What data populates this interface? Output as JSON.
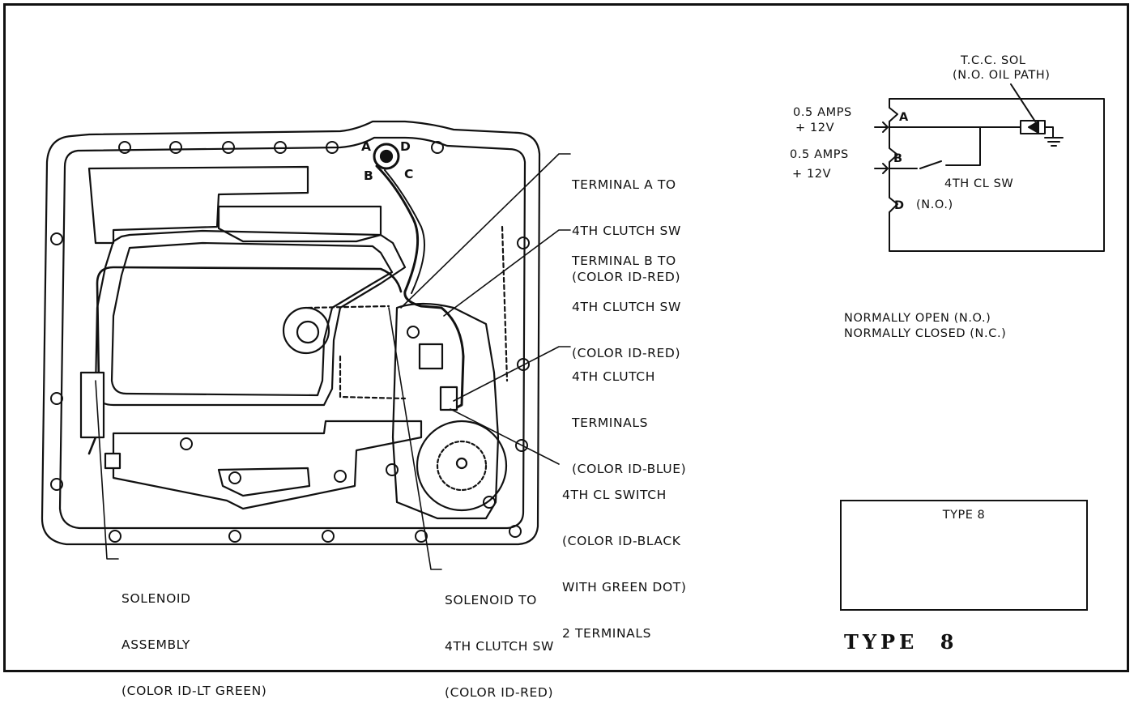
{
  "diagram": {
    "callouts": {
      "terminal_a": [
        "TERMINAL A TO",
        "4TH CLUTCH SW",
        "(COLOR ID-RED)"
      ],
      "terminal_b": [
        "TERMINAL B TO",
        "4TH CLUTCH SW",
        "(COLOR ID-RED)"
      ],
      "clutch_terminals": [
        "4TH CLUTCH",
        "TERMINALS",
        "(COLOR ID-BLUE)"
      ],
      "cl_switch": [
        "4TH CL SWITCH",
        "(COLOR ID-BLACK",
        "WITH GREEN DOT)",
        "2 TERMINALS"
      ],
      "solenoid_to": [
        "SOLENOID TO",
        "4TH CLUTCH SW",
        "(COLOR ID-RED)"
      ],
      "solenoid_assembly": [
        "SOLENOID",
        "ASSEMBLY",
        "(COLOR ID-LT GREEN)"
      ]
    },
    "connector_letters": {
      "a": "A",
      "b": "B",
      "c": "C",
      "d": "D"
    }
  },
  "schematic": {
    "tcc_title": "T.C.C. SOL",
    "tcc_subtitle": "(N.O. OIL PATH)",
    "input_a_amps": "0.5 AMPS",
    "input_a_volts": "+ 12V",
    "input_b_amps": "0.5 AMPS",
    "input_b_volts": "+ 12V",
    "pin_a": "A",
    "pin_b": "B",
    "pin_d": "D",
    "switch_label": "4TH CL SW",
    "switch_state": "(N.O.)"
  },
  "legend": {
    "line1": "NORMALLY OPEN (N.O.)",
    "line2": "NORMALLY CLOSED (N.C.)"
  },
  "type_box_label": "TYPE 8",
  "type_caption": "TYPE 8"
}
